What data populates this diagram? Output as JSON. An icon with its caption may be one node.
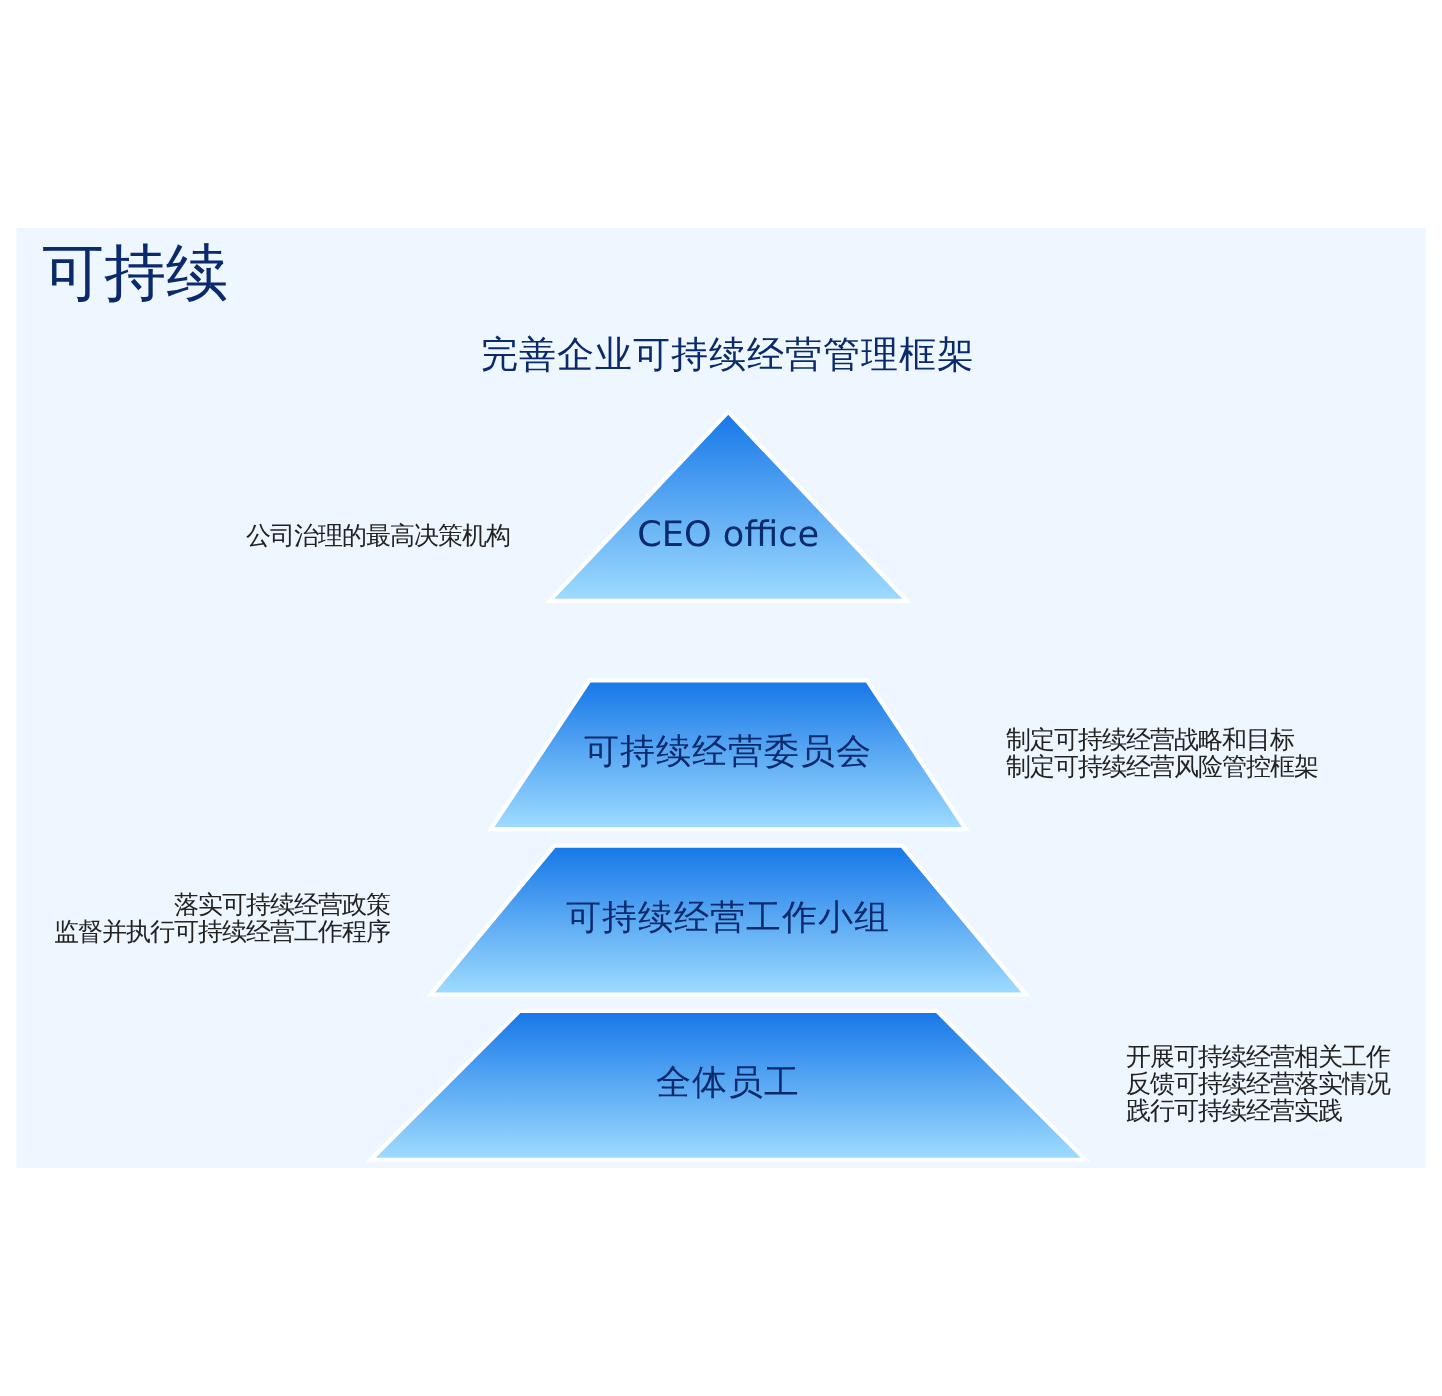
{
  "diagram": {
    "title": "可持续",
    "nodes": [
      {
        "text": [
          "CEO office"
        ],
        "beside": [
          "公司治理的最高决策机构"
        ]
      },
      {
        "text": [
          "可持续经营委员会"
        ],
        "beside": [
          "制定可持续经营战略和目标",
          "制定可持续经营风险管控框架"
        ]
      },
      {
        "text": [
          "可持续经营工作小组"
        ],
        "beside": [
          "落实可持续经营政策",
          "监督并执行可持续经营工作程序"
        ]
      },
      {
        "text": [
          "全体员工"
        ],
        "beside": [
          "开展可持续经营相关工作",
          "反馈可持续经营落实情况",
          "践行可持续经营实践"
        ]
      }
    ],
    "edges": [],
    "labels": [
      "完善企业可持续经营管理框架"
    ]
  }
}
